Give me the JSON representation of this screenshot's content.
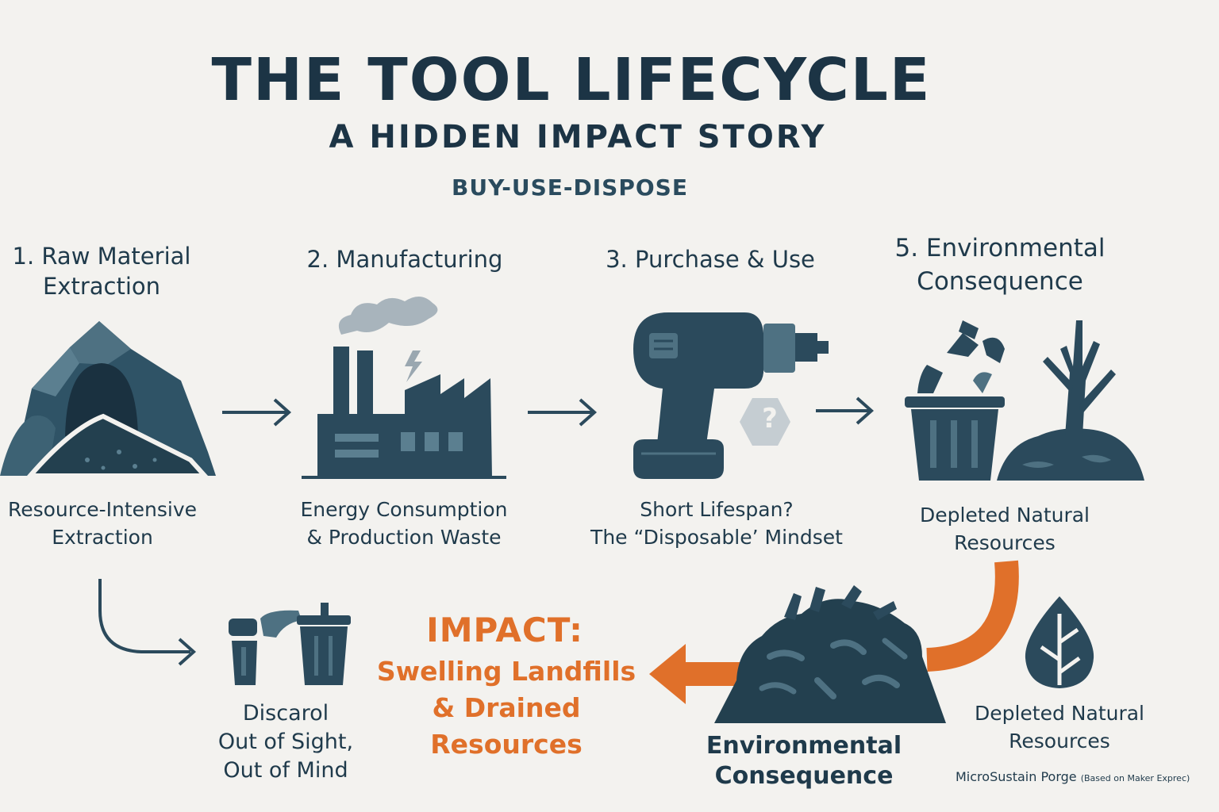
{
  "header": {
    "title": "THE TOOL LIFECYCLE",
    "subtitle": "A HIDDEN IMPACT STORY",
    "tagline": "BUY-USE-DISPOSE"
  },
  "stages": {
    "extraction": {
      "title_line1": "1. Raw Material",
      "title_line2": "Extraction",
      "caption_line1": "Resource-Intensive",
      "caption_line2": "Extraction"
    },
    "manufacturing": {
      "title": "2. Manufacturing",
      "caption_line1": "Energy Consumption",
      "caption_line2": "& Production Waste"
    },
    "purchase": {
      "title": "3. Purchase & Use",
      "caption_line1": "Short Lifespan?",
      "caption_line2": "The “Disposable’ Mindset"
    },
    "environmental": {
      "title_line1": "5. Environmental",
      "title_line2": "Consequence",
      "caption_line1": "Depleted Natural",
      "caption_line2": "Resources"
    }
  },
  "bottom": {
    "discard": {
      "line1": "Discarol",
      "line2": "Out of Sight,",
      "line3": "Out of Mind"
    },
    "impact": {
      "head": "IMPACT:",
      "line1": "Swelling Landfills",
      "line2": "& Drained Resources"
    },
    "landfill": {
      "line1": "Environmental",
      "line2": "Consequence"
    },
    "leaf": {
      "line1": "Depleted Natural",
      "line2": "Resources"
    }
  },
  "credit": {
    "main": "MicroSustain Porge",
    "note": "(Based on Maker Exprec)"
  },
  "icons": {
    "question_mark": "?",
    "mine": "mine-icon",
    "factory": "factory-icon",
    "drill": "drill-icon",
    "trash_tree": "trash-dead-tree-icon",
    "discard": "discard-bins-icon",
    "landfill": "landfill-pile-icon",
    "leaf": "leaf-icon"
  },
  "colors": {
    "primary": "#1f3a4b",
    "icon_dark": "#2b4a5c",
    "icon_mid": "#4e7182",
    "accent": "#e0702a"
  }
}
